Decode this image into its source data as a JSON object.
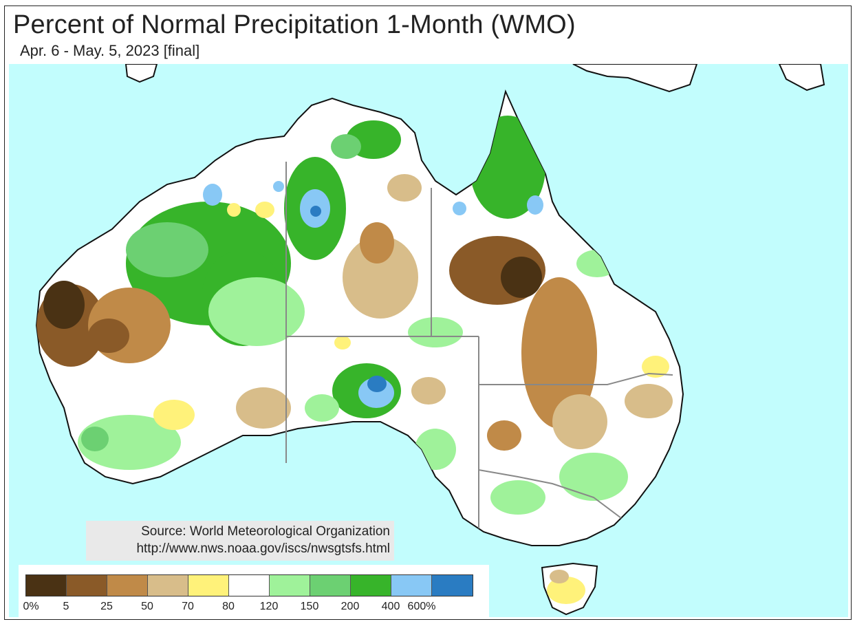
{
  "header": {
    "title": "Percent of Normal Precipitation 1-Month (WMO)",
    "subtitle": "Apr. 6 - May. 5, 2023 [final]"
  },
  "source": {
    "line1": "Source: World Meteorological Organization",
    "line2": "http://www.nws.noaa.gov/iscs/nwsgtsfs.html"
  },
  "legend": {
    "colors": [
      "#4a3214",
      "#8a5a28",
      "#c08a48",
      "#d8bd8a",
      "#fff27a",
      "#ffffff",
      "#9ff29a",
      "#6cd072",
      "#37b42a",
      "#88c8f5",
      "#2a7cc2"
    ],
    "labels": [
      "0%",
      "5",
      "25",
      "50",
      "70",
      "80",
      "120",
      "150",
      "200",
      "400",
      "600%"
    ]
  },
  "map": {
    "ocean_color": "#c2fdfd",
    "land_color": "#ffffff",
    "border_color": "#888888"
  }
}
